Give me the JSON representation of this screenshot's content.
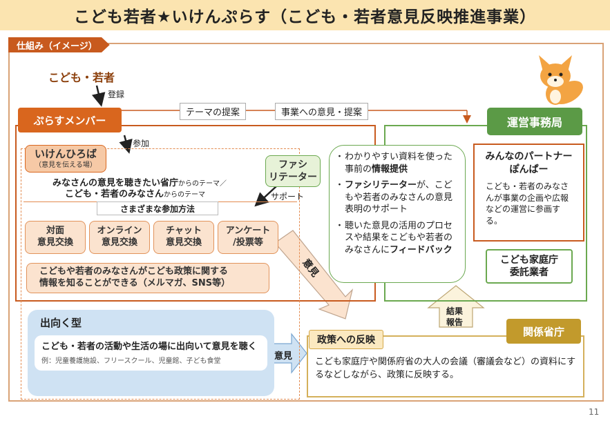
{
  "title": "こども若者★いけんぷらす（こども・若者意見反映推進事業）",
  "section_label": "仕組み（イメージ）",
  "kodomo_wakamono": "こども・若者",
  "toroku": "登録",
  "plus_member": "ぷらすメンバー",
  "theme_teian": "テーマの提案",
  "jigyo_iken": "事業への意見・提案",
  "sanka": "参加",
  "iken_hiroba": {
    "title": "いけんひろば",
    "subtitle": "（意見を伝える場）"
  },
  "theme_line1_bold": "みなさんの意見を聴きたい省庁",
  "theme_line1_small": "からのテーマ／",
  "theme_line2_bold": "こども・若者のみなさん",
  "theme_line2_small": "からのテーマ",
  "methods_header": "さまざまな参加方法",
  "methods": [
    {
      "line1": "対面",
      "line2": "意見交換"
    },
    {
      "line1": "オンライン",
      "line2": "意見交換"
    },
    {
      "line1": "チャット",
      "line2": "意見交換"
    },
    {
      "line1": "アンケート",
      "line2": "/投票等"
    }
  ],
  "info_box": {
    "line1": "こどもや若者のみなさんがこども政策に関する",
    "line2": "情報を知ることができる（メルマガ、SNS等）"
  },
  "facilitator": {
    "line1": "ファシ",
    "line2": "リテーター"
  },
  "support": "サポート",
  "iken_arrow": "意見",
  "support_items": [
    {
      "pre": "わかりやすい資料を使った事前の",
      "bold": "情報提供",
      "post": ""
    },
    {
      "pre": "",
      "bold": "ファシリテーター",
      "post": "が、こどもや若者のみなさんの意見表明のサポート"
    },
    {
      "pre": "聴いた意見の活用のプロセスや結果をこどもや若者のみなさんに",
      "bold": "フィードバック",
      "post": ""
    }
  ],
  "unei": "運営事務局",
  "partner": {
    "title_line1": "みんなのパートナー",
    "title_line2": "ぽんぱー",
    "desc": "こども・若者のみなさんが事業の企画や広報などの運営に参画する。"
  },
  "kateicho": {
    "line1": "こども家庭庁",
    "line2": "委託業者"
  },
  "kekka": {
    "line1": "結果",
    "line2": "報告"
  },
  "dekaku": {
    "title": "出向く型",
    "body": "こども・若者の活動や生活の場に出向いて意見を聴く",
    "example": "例：児童養護施設、フリースクール、児童館、子ども食堂"
  },
  "iken_arrow2": "意見",
  "seisaku": "政策への反映",
  "kankei": "関係省庁",
  "seisaku_desc": "こども家庭庁や関係府省の大人の会議（審議会など）の資料にするなどしながら、政策に反映する。",
  "page_number": "11",
  "colors": {
    "orange": "#c85a1e",
    "green": "#5b9a46",
    "gold": "#c29a2c",
    "title_bg": "#fbe4b0"
  }
}
